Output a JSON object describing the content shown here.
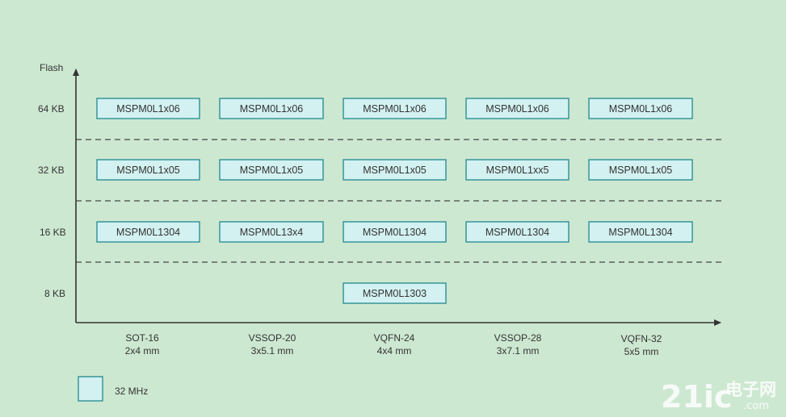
{
  "axis": {
    "y_label": "Flash"
  },
  "flash_rows": [
    "64 KB",
    "32 KB",
    "16 KB",
    "8 KB"
  ],
  "packages": [
    {
      "name": "SOT-16",
      "size": "2x4 mm"
    },
    {
      "name": "VSSOP-20",
      "size": "3x5.1 mm"
    },
    {
      "name": "VQFN-24",
      "size": "4x4 mm"
    },
    {
      "name": "VSSOP-28",
      "size": "3x7.1 mm"
    },
    {
      "name": "VQFN-32",
      "size": "5x5 mm"
    }
  ],
  "grid": [
    [
      "MSPM0L1x06",
      "MSPM0L1x06",
      "MSPM0L1x06",
      "MSPM0L1x06",
      "MSPM0L1x06"
    ],
    [
      "MSPM0L1x05",
      "MSPM0L1x05",
      "MSPM0L1x05",
      "MSPM0L1xx5",
      "MSPM0L1x05"
    ],
    [
      "MSPM0L1304",
      "MSPM0L13x4",
      "MSPM0L1304",
      "MSPM0L1304",
      "MSPM0L1304"
    ],
    [
      "",
      "",
      "MSPM0L1303",
      "",
      ""
    ]
  ],
  "legend": {
    "label": "32 MHz"
  },
  "watermark": {
    "main": "21ic",
    "cn": "电子网",
    "domain": ".com"
  },
  "colors": {
    "background": "#cde8d1",
    "box_fill": "#d3f1f1",
    "box_stroke": "#2d8f96"
  }
}
